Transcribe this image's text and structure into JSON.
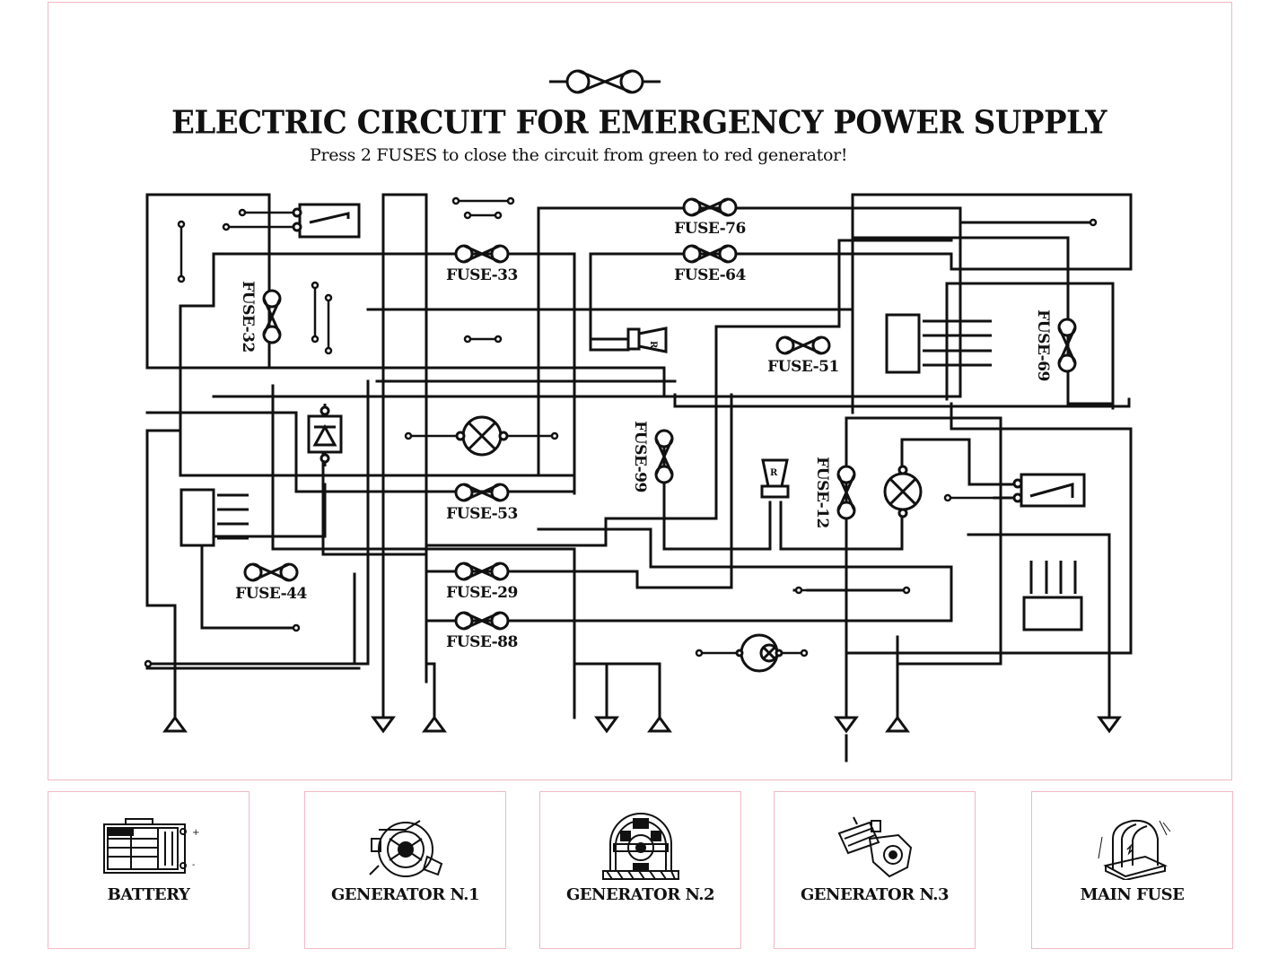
{
  "header": {
    "title": "ELECTRIC CIRCUIT FOR EMERGENCY POWER SUPPLY",
    "instruction": "Press 2 FUSES to close the circuit from green to red generator!"
  },
  "fuses": [
    {
      "id": "FUSE-76",
      "label": "FUSE-76",
      "orientation": "horizontal"
    },
    {
      "id": "FUSE-33",
      "label": "FUSE-33",
      "orientation": "horizontal"
    },
    {
      "id": "FUSE-64",
      "label": "FUSE-64",
      "orientation": "horizontal"
    },
    {
      "id": "FUSE-32",
      "label": "FUSE-32",
      "orientation": "vertical"
    },
    {
      "id": "FUSE-51",
      "label": "FUSE-51",
      "orientation": "horizontal"
    },
    {
      "id": "FUSE-69",
      "label": "FUSE-69",
      "orientation": "vertical"
    },
    {
      "id": "FUSE-99",
      "label": "FUSE-99",
      "orientation": "vertical"
    },
    {
      "id": "FUSE-53",
      "label": "FUSE-53",
      "orientation": "horizontal"
    },
    {
      "id": "FUSE-12",
      "label": "FUSE-12",
      "orientation": "vertical"
    },
    {
      "id": "FUSE-44",
      "label": "FUSE-44",
      "orientation": "horizontal"
    },
    {
      "id": "FUSE-29",
      "label": "FUSE-29",
      "orientation": "horizontal"
    },
    {
      "id": "FUSE-88",
      "label": "FUSE-88",
      "orientation": "horizontal"
    }
  ],
  "components": {
    "relay_label": "R"
  },
  "cards": [
    {
      "id": "battery",
      "label": "BATTERY",
      "icon": "battery-icon"
    },
    {
      "id": "generator-1",
      "label": "GENERATOR N.1",
      "icon": "generator-icon"
    },
    {
      "id": "generator-2",
      "label": "GENERATOR N.2",
      "icon": "generator-icon"
    },
    {
      "id": "generator-3",
      "label": "GENERATOR N.3",
      "icon": "engine-icon"
    },
    {
      "id": "main-fuse",
      "label": "MAIN FUSE",
      "icon": "fuse-box-icon"
    }
  ]
}
